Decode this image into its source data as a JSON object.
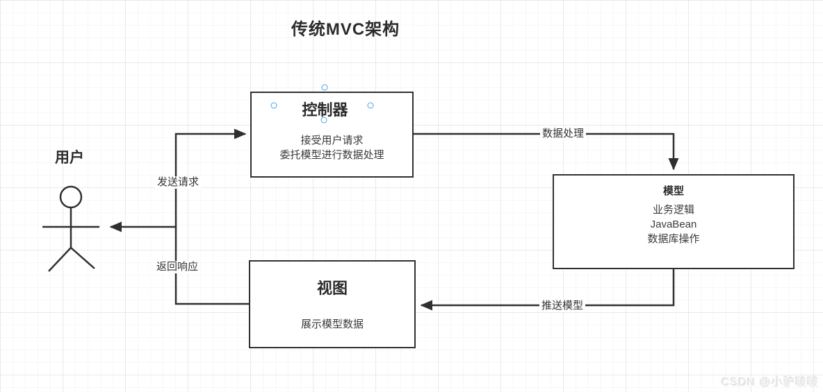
{
  "title": "传统MVC架构",
  "actor": {
    "label": "用户"
  },
  "nodes": {
    "controller": {
      "title": "控制器",
      "lines": [
        "接受用户请求",
        "委托模型进行数据处理"
      ]
    },
    "model": {
      "title": "模型",
      "lines": [
        "业务逻辑",
        "JavaBean",
        "数据库操作"
      ]
    },
    "view": {
      "title": "视图",
      "lines": [
        "展示模型数据"
      ]
    }
  },
  "edges": {
    "send_request": {
      "label": "发送请求"
    },
    "data_processing": {
      "label": "数据处理"
    },
    "push_model": {
      "label": "推送模型"
    },
    "return_response": {
      "label": "返回响应"
    }
  },
  "watermark": "CSDN @小驴啵啵",
  "colors": {
    "stroke": "#2f2f2f",
    "selection_handle": "#45a5e2",
    "text": "#333333"
  }
}
